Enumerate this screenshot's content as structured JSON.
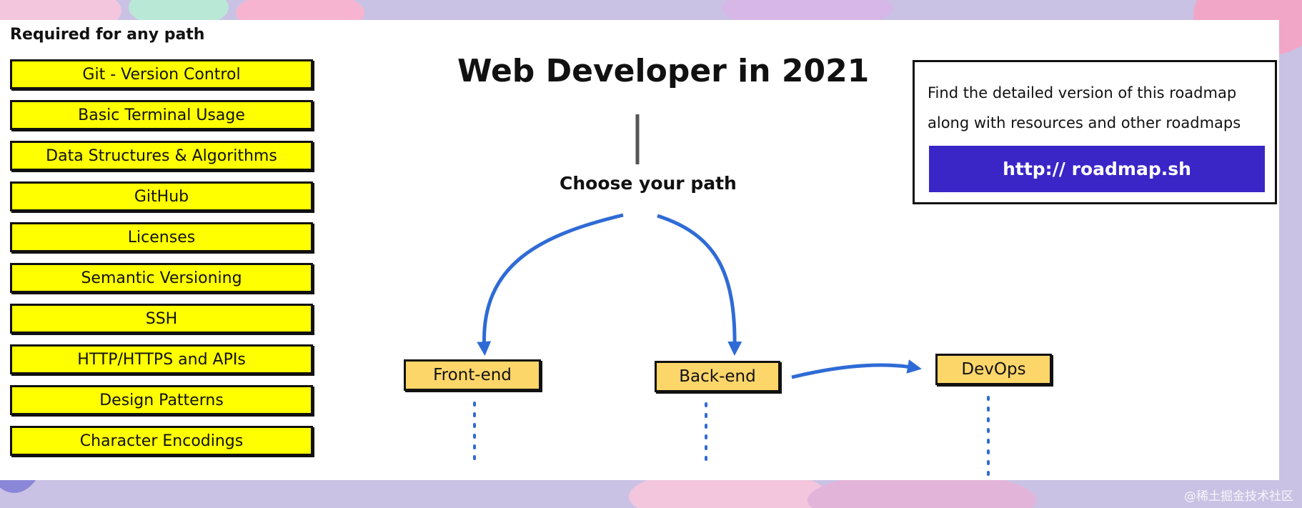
{
  "required": {
    "heading": "Required for any path",
    "items": [
      "Git - Version Control",
      "Basic Terminal Usage",
      "Data Structures & Algorithms",
      "GitHub",
      "Licenses",
      "Semantic Versioning",
      "SSH",
      "HTTP/HTTPS and APIs",
      "Design Patterns",
      "Character Encodings"
    ]
  },
  "roadmap": {
    "title": "Web Developer in 2021",
    "choose_label": "Choose your path",
    "paths": {
      "frontend": "Front-end",
      "backend": "Back-end",
      "devops": "DevOps"
    }
  },
  "info": {
    "line1": "Find the detailed version of this roadmap",
    "line2": "along with resources and other roadmaps",
    "link": "http:// roadmap.sh"
  },
  "watermark": "@稀土掘金技术社区",
  "colors": {
    "required_item_fill": "#ffff00",
    "path_node_fill": "#fdd66a",
    "arrow": "#2f6bd6",
    "link_button": "#3a26c7"
  }
}
